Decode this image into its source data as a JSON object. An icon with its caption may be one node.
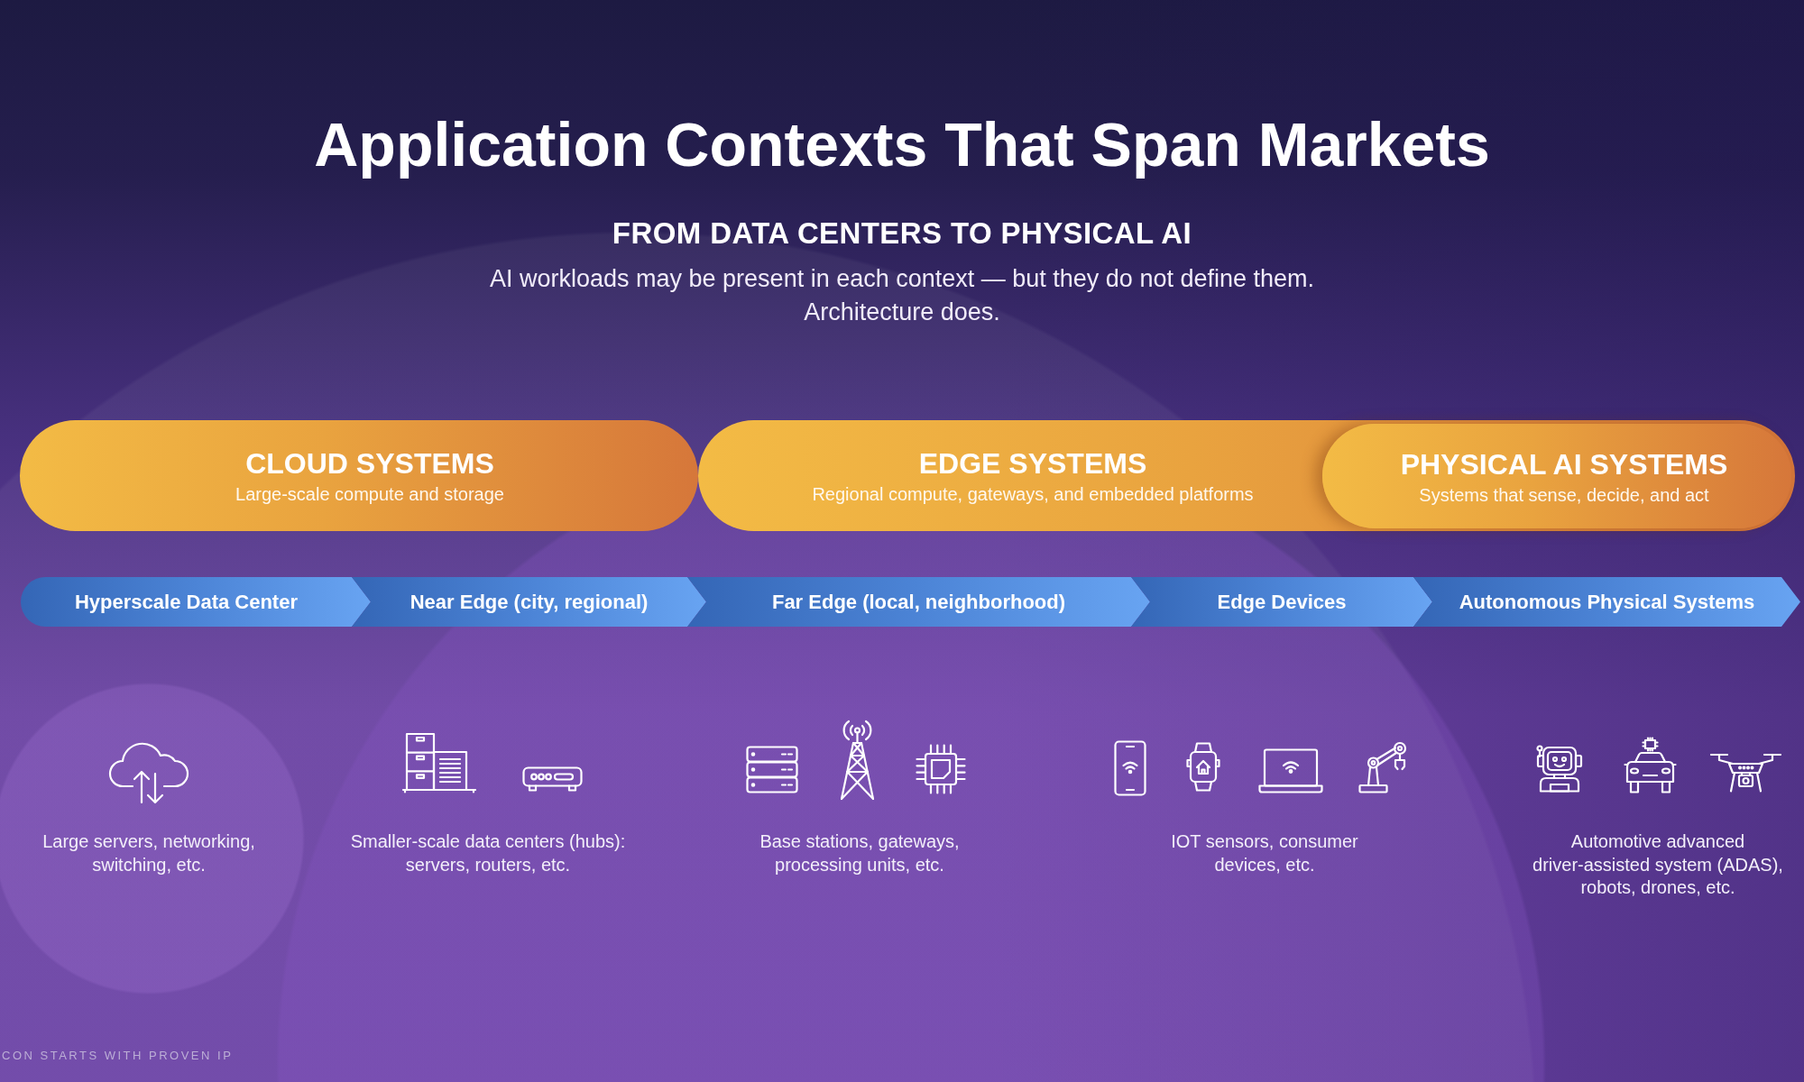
{
  "diagram": {
    "title": "Application Contexts That Span Markets",
    "nodes": [
      {
        "text": [
          "CLOUD SYSTEMS",
          "Large-scale compute and storage"
        ]
      },
      {
        "text": [
          "EDGE SYSTEMS",
          "Regional compute, gateways, and embedded platforms"
        ]
      },
      {
        "text": [
          "PHYSICAL AI SYSTEMS",
          "Systems that sense, decide, and act"
        ],
        "in": 1
      },
      {
        "text": [
          "Hyperscale Data Center"
        ]
      },
      {
        "text": [
          "Near Edge (city, regional)"
        ]
      },
      {
        "text": [
          "Far Edge (local, neighborhood)"
        ]
      },
      {
        "text": [
          "Edge Devices"
        ]
      },
      {
        "text": [
          "Autonomous Physical Systems"
        ]
      }
    ],
    "labels": [
      "FROM DATA CENTERS TO PHYSICAL AI",
      "AI workloads may be present in each context — but they do not define them. Architecture does.",
      "Large servers, networking, switching, etc.",
      "Smaller-scale data centers (hubs): servers, routers, etc.",
      "Base stations, gateways, processing units, etc.",
      "IOT sensors, consumer devices, etc.",
      "Automotive advanced driver-assisted system (ADAS), robots, drones, etc.",
      "CON STARTS WITH PROVEN IP"
    ]
  }
}
